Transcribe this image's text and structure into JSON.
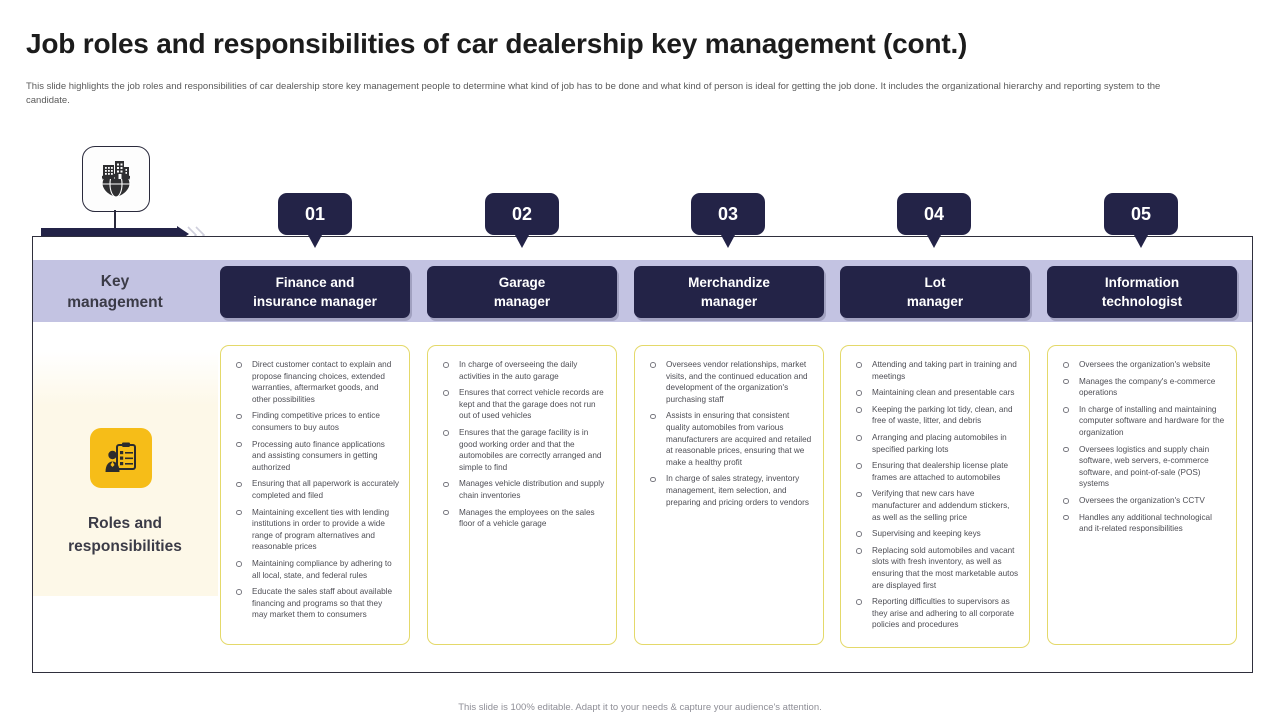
{
  "slide": {
    "title": "Job roles and responsibilities of car dealership key management (cont.)",
    "subtitle": "This slide highlights the job roles and responsibilities of car dealership store key management people to determine what kind of job has to be done and what kind of person is ideal for getting the job done. It includes the organizational hierarchy and reporting system to the candidate.",
    "footer": "This slide is 100% editable. Adapt it to your needs & capture your audience's attention."
  },
  "colors": {
    "navy": "#232347",
    "lavender": "#c3c3e2",
    "yellow": "#f6bd18",
    "card_border": "#e4d96a",
    "cream": "#fdf8e8"
  },
  "left_panel": {
    "top_icon_name": "buildings-globe-icon",
    "key_management_label": "Key\nmanagement",
    "roles_icon_name": "person-clipboard-icon",
    "roles_label": "Roles and\nresponsibilities"
  },
  "columns": [
    {
      "number": "01",
      "header": "Finance and\ninsurance manager",
      "bullets": [
        "Direct customer contact to explain and propose financing choices, extended warranties, aftermarket goods, and other possibilities",
        "Finding competitive prices to entice consumers to buy autos",
        "Processing auto finance applications and assisting consumers in getting authorized",
        "Ensuring that all paperwork is accurately completed and filed",
        "Maintaining excellent ties with lending institutions in order to provide a wide range of program alternatives and reasonable prices",
        "Maintaining compliance by adhering to all local, state, and federal rules",
        "Educate the sales staff about available financing and programs so that they may market them to consumers"
      ]
    },
    {
      "number": "02",
      "header": "Garage\nmanager",
      "bullets": [
        "In charge of overseeing the daily activities in the auto garage",
        "Ensures that correct vehicle records are kept and that the garage does not run out of used vehicles",
        "Ensures that the garage facility is in good working order and that the automobiles are correctly arranged and simple to find",
        "Manages vehicle distribution and supply chain inventories",
        "Manages the employees on the sales floor of a vehicle garage"
      ]
    },
    {
      "number": "03",
      "header": "Merchandize\nmanager",
      "bullets": [
        "Oversees vendor relationships, market visits, and the continued education and development of the organization's purchasing staff",
        "Assists in ensuring that consistent quality automobiles from various manufacturers are acquired and retailed at reasonable prices, ensuring that we make a healthy profit",
        "In charge of sales strategy, inventory management, item selection, and preparing and pricing orders to vendors"
      ]
    },
    {
      "number": "04",
      "header": "Lot\nmanager",
      "bullets": [
        "Attending and taking part in training and meetings",
        "Maintaining clean and presentable cars",
        "Keeping the parking lot tidy, clean, and free of waste, litter, and debris",
        "Arranging and placing automobiles in specified parking lots",
        "Ensuring that dealership license plate frames are attached to automobiles",
        "Verifying that new cars have manufacturer and addendum stickers, as well as the selling price",
        "Supervising and keeping keys",
        "Replacing sold automobiles and vacant slots with fresh inventory, as well as ensuring that the most marketable autos are displayed first",
        "Reporting difficulties to supervisors as they arise and adhering to all corporate policies and procedures"
      ]
    },
    {
      "number": "05",
      "header": "Information\ntechnologist",
      "bullets": [
        "Oversees the organization's website",
        "Manages the company's e-commerce operations",
        "In charge of installing and maintaining computer software and hardware for the organization",
        "Oversees logistics and supply chain software, web servers, e-commerce software, and point-of-sale (POS) systems",
        "Oversees the organization's CCTV",
        "Handles any additional technological and it-related responsibilities"
      ]
    }
  ]
}
